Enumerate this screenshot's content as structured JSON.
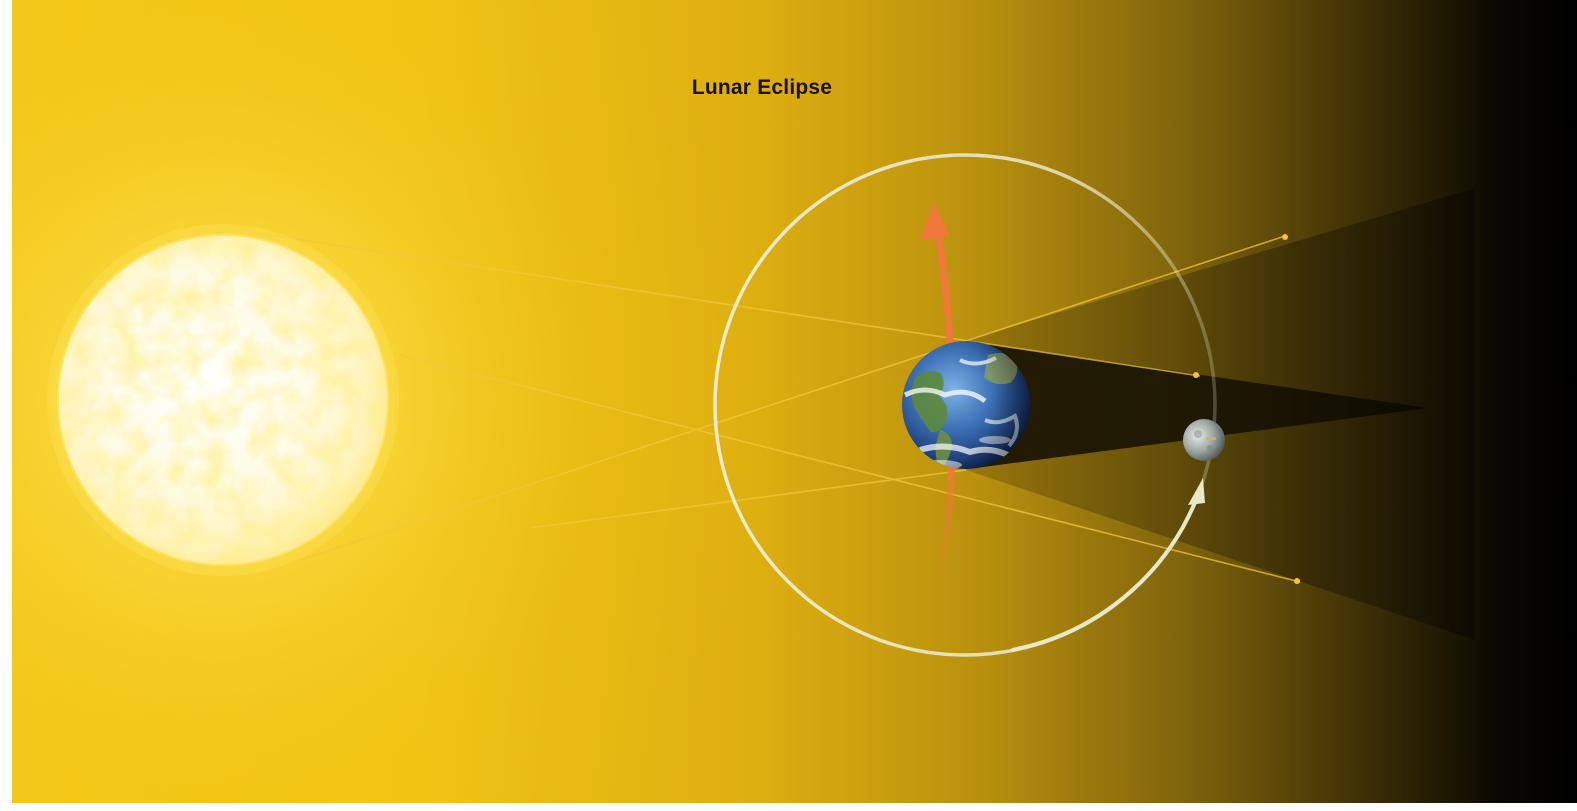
{
  "diagram": {
    "title": "Lunar Eclipse",
    "colors": {
      "sun_glow": "#f6cc14",
      "space_dark": "#000000",
      "orbit": "#e6e9c8",
      "rotation_arrow": "#f0783a",
      "light_rays": "#f2c43a"
    },
    "elements": {
      "sun": "sun",
      "earth": "earth",
      "moon": "moon",
      "moon_orbit": "moon-orbit",
      "umbra": "earth-shadow-umbra",
      "penumbra": "earth-shadow-penumbra",
      "earth_rotation": "earth-rotation-arrow",
      "moon_motion": "moon-orbit-direction-arrow"
    }
  }
}
